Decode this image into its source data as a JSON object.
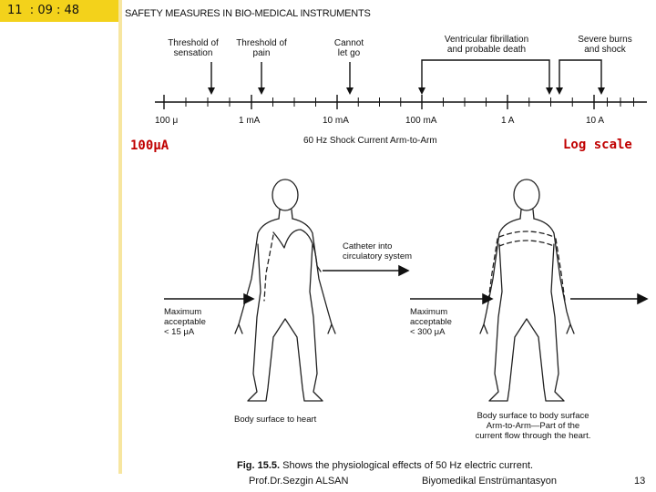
{
  "clock": {
    "text": "11  : 09 : 48"
  },
  "slide": {
    "header": "SAFETY MEASURES IN BIO-MEDICAL INSTRUMENTS",
    "annotation_left": "100μA",
    "annotation_right": "Log scale",
    "figure_caption_bold": "Fig. 15.5.",
    "figure_caption_text": "Shows the physiological effects of 50 Hz electric current.",
    "colors": {
      "clock_bg": "#f3d21b",
      "annotation": "#c00000"
    }
  },
  "scale": {
    "thresholds": [
      {
        "line1": "Threshold of",
        "line2": "sensation"
      },
      {
        "line1": "Threshold of",
        "line2": "pain"
      },
      {
        "line1": "Cannot",
        "line2": "let go"
      },
      {
        "line1": "Ventricular fibrillation",
        "line2": "and probable death"
      },
      {
        "line1": "Severe burns",
        "line2": "and shock"
      }
    ],
    "ticks": [
      "100 μ",
      "1 mA",
      "10 mA",
      "100 mA",
      "1 A",
      "10 A"
    ],
    "axis_label": "60 Hz Shock Current Arm-to-Arm"
  },
  "figures": {
    "catheter_label_1": "Catheter into",
    "catheter_label_2": "circulatory system",
    "left_max_1": "Maximum",
    "left_max_2": "acceptable",
    "left_max_3": "< 15 μA",
    "right_max_1": "Maximum",
    "right_max_2": "acceptable",
    "right_max_3": "< 300 μA",
    "left_caption": "Body surface to heart",
    "right_caption_1": "Body surface to body surface",
    "right_caption_2": "Arm-to-Arm—Part of the",
    "right_caption_3": "current flow through the heart."
  },
  "footer": {
    "author": "Prof.Dr.Sezgin ALSAN",
    "course": "Biyomedikal Enstrümantasyon",
    "page": "13"
  }
}
